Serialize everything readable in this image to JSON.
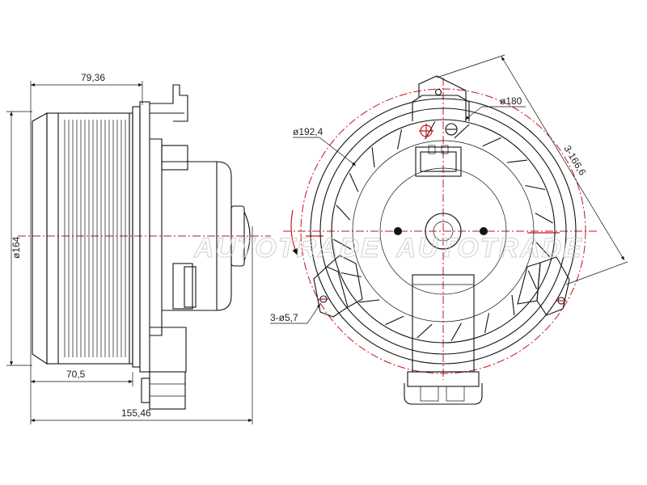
{
  "dimensions": {
    "side_depth_top": "79,36",
    "side_diameter": "ø164",
    "side_depth_bottom": "70,5",
    "side_total_length": "155,46",
    "front_outer_diameter": "ø192,4",
    "front_mount_diameter": "ø180",
    "front_bolt_pitch": "3-166,6",
    "front_holes": "3-ø5,7"
  },
  "watermark": "AUTOTRADE",
  "colors": {
    "line": "#111111",
    "centerline": "#c4161c",
    "watermark": "#cfcfcf"
  }
}
